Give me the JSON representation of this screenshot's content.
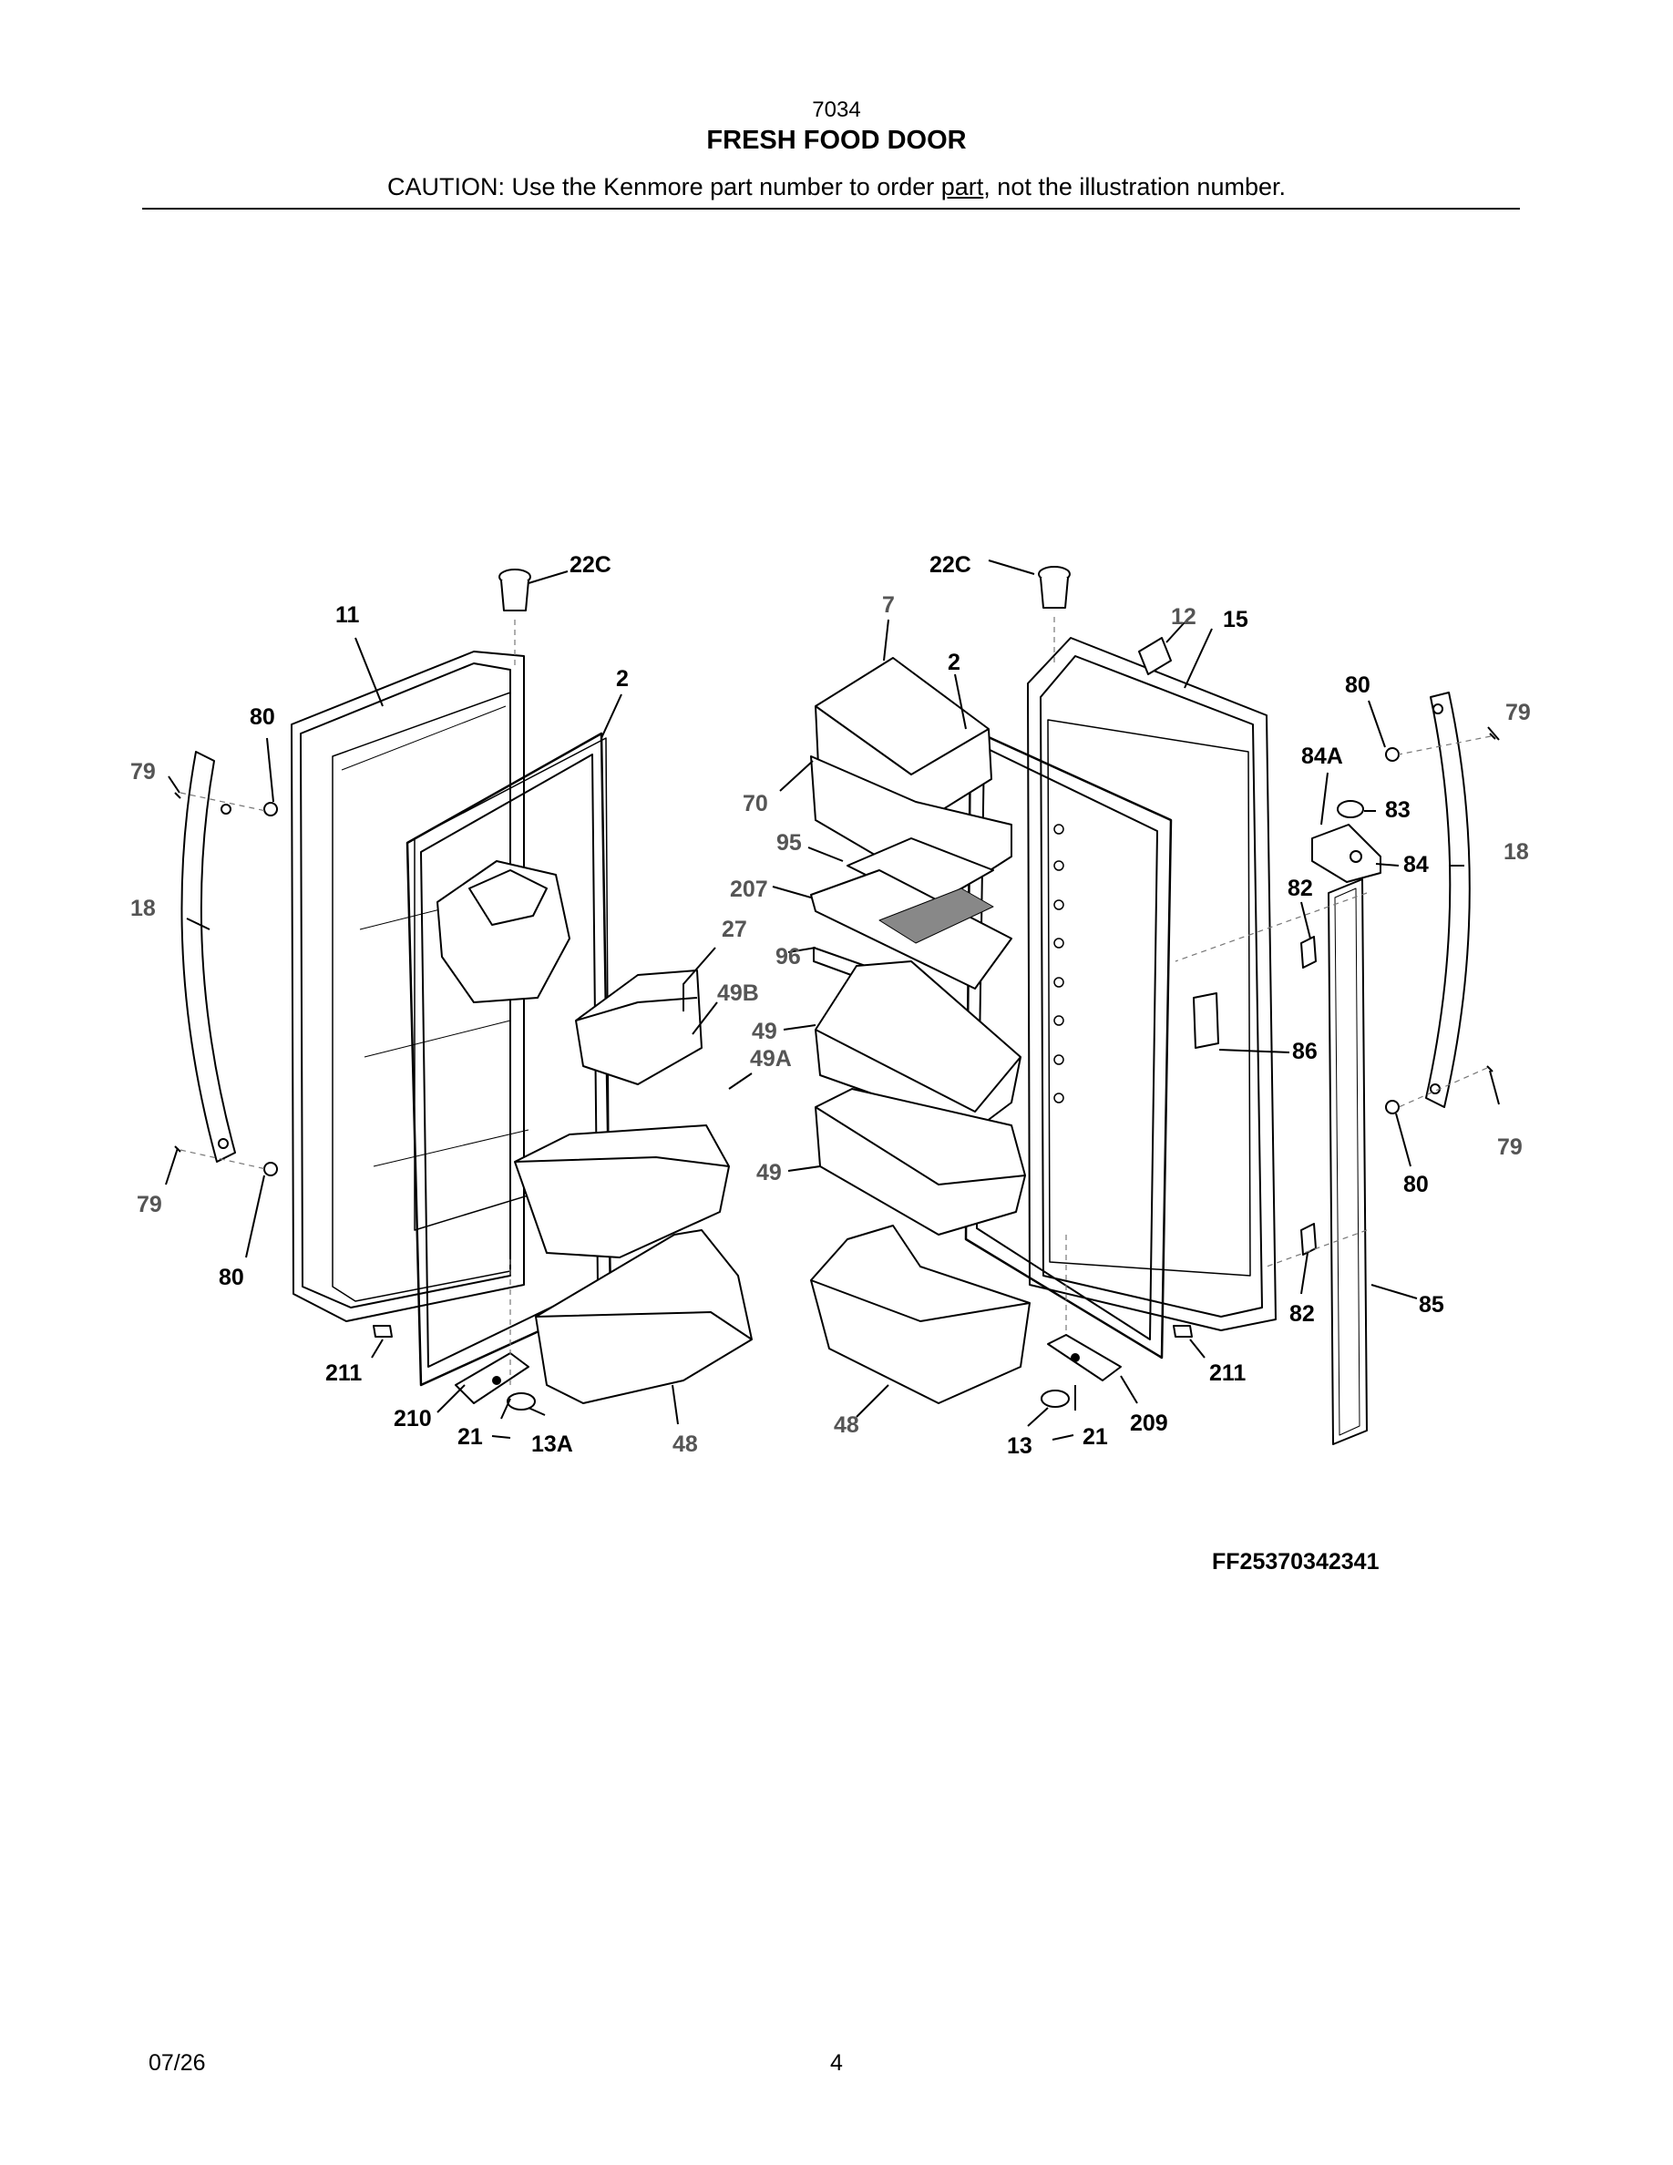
{
  "header": {
    "model_number": "7034",
    "title": "FRESH FOOD DOOR",
    "caution_before": "CAUTION: Use the Kenmore part number to order ",
    "caution_underlined": "part",
    "caution_after": ", not the illustration number."
  },
  "callouts": [
    {
      "id": "c-22c-l",
      "text": "22C"
    },
    {
      "id": "c-11",
      "text": "11"
    },
    {
      "id": "c-2-l",
      "text": "2"
    },
    {
      "id": "c-80-lt",
      "text": "80"
    },
    {
      "id": "c-79-lt",
      "text": "79"
    },
    {
      "id": "c-18-l",
      "text": "18"
    },
    {
      "id": "c-27",
      "text": "27"
    },
    {
      "id": "c-49b",
      "text": "49B"
    },
    {
      "id": "c-49a",
      "text": "49A"
    },
    {
      "id": "c-79-lb",
      "text": "79"
    },
    {
      "id": "c-80-lb",
      "text": "80"
    },
    {
      "id": "c-211-l",
      "text": "211"
    },
    {
      "id": "c-210",
      "text": "210"
    },
    {
      "id": "c-21-l",
      "text": "21"
    },
    {
      "id": "c-13a",
      "text": "13A"
    },
    {
      "id": "c-48-l",
      "text": "48"
    },
    {
      "id": "c-22c-r",
      "text": "22C"
    },
    {
      "id": "c-7",
      "text": "7"
    },
    {
      "id": "c-12",
      "text": "12"
    },
    {
      "id": "c-15",
      "text": "15"
    },
    {
      "id": "c-2-r",
      "text": "2"
    },
    {
      "id": "c-70",
      "text": "70"
    },
    {
      "id": "c-95",
      "text": "95"
    },
    {
      "id": "c-207",
      "text": "207"
    },
    {
      "id": "c-96",
      "text": "96"
    },
    {
      "id": "c-49-t",
      "text": "49"
    },
    {
      "id": "c-49-b",
      "text": "49"
    },
    {
      "id": "c-48-r",
      "text": "48"
    },
    {
      "id": "c-13",
      "text": "13"
    },
    {
      "id": "c-21-r",
      "text": "21"
    },
    {
      "id": "c-209",
      "text": "209"
    },
    {
      "id": "c-211-r",
      "text": "211"
    },
    {
      "id": "c-80-rt",
      "text": "80"
    },
    {
      "id": "c-79-rt",
      "text": "79"
    },
    {
      "id": "c-84a",
      "text": "84A"
    },
    {
      "id": "c-83",
      "text": "83"
    },
    {
      "id": "c-84",
      "text": "84"
    },
    {
      "id": "c-18-r",
      "text": "18"
    },
    {
      "id": "c-82-t",
      "text": "82"
    },
    {
      "id": "c-86",
      "text": "86"
    },
    {
      "id": "c-79-rb",
      "text": "79"
    },
    {
      "id": "c-80-rb",
      "text": "80"
    },
    {
      "id": "c-82-b",
      "text": "82"
    },
    {
      "id": "c-85",
      "text": "85"
    }
  ],
  "figure_code": "FF25370342341",
  "footer": {
    "date": "07/26",
    "page_number": "4"
  }
}
